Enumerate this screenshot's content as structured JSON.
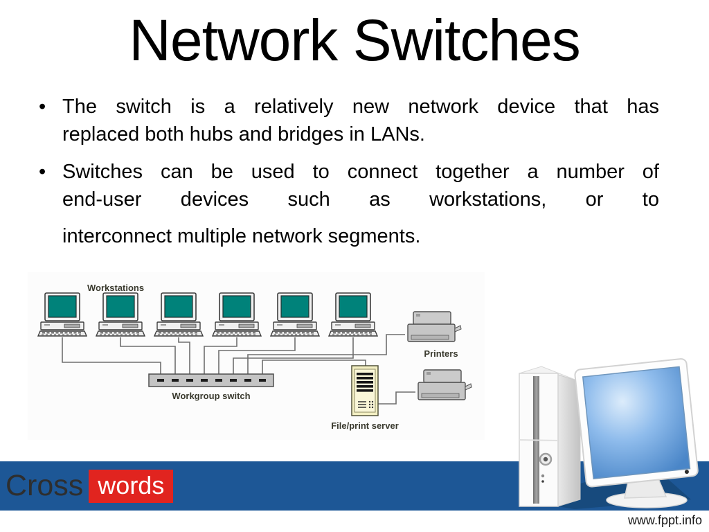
{
  "slide": {
    "title": "Network Switches",
    "bullet_char": "•",
    "bullets": [
      {
        "lines": [
          "The switch is a relatively new network device that has",
          "replaced both hubs and bridges in LANs."
        ]
      },
      {
        "lines": [
          "Switches can be used to connect together a number of",
          "end-user devices such as workstations, or to",
          "interconnect multiple network segments."
        ]
      }
    ]
  },
  "diagram": {
    "workstations_label": "Workstations",
    "switch_label": "Workgroup switch",
    "printers_label": "Printers",
    "server_label": "File/print server",
    "workstation_count": 6,
    "switch_port_count": 8,
    "printer_count": 2,
    "colors": {
      "screen_teal": "#00827a",
      "device_gray": "#c6c6c6",
      "server_yellow": "#f4f0c4",
      "cable": "#6e6e6e",
      "label_text": "#3a3a2e"
    }
  },
  "footer": {
    "brand_part1": "Cross",
    "brand_part2": "words",
    "website": "www.fppt.info",
    "colors": {
      "bar_blue": "#1d5796",
      "brand_red": "#e1241f",
      "brand_part1_color": "#2e2e2e",
      "brand_part2_color": "#ffffff"
    }
  }
}
